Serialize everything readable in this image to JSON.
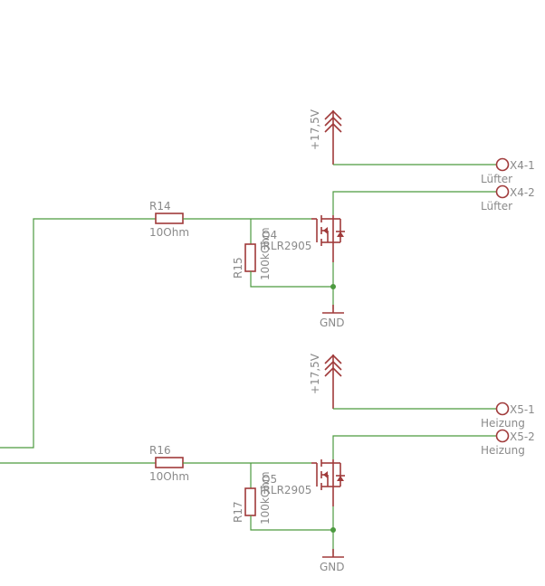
{
  "power_symbols": [
    {
      "id": "p1",
      "label": "+17,5V"
    },
    {
      "id": "p2",
      "label": "+17,5V"
    }
  ],
  "ground_symbols": [
    {
      "id": "g1",
      "label": "GND"
    },
    {
      "id": "g2",
      "label": "GND"
    }
  ],
  "resistors": [
    {
      "name": "R14",
      "value": "10Ohm"
    },
    {
      "name": "R15",
      "value": "100kOhm"
    },
    {
      "name": "R16",
      "value": "10Ohm"
    },
    {
      "name": "R17",
      "value": "100kOhm"
    }
  ],
  "mosfets": [
    {
      "name": "Q4",
      "part": "IRLR2905"
    },
    {
      "name": "Q5",
      "part": "IRLR2905"
    }
  ],
  "connectors": [
    {
      "pin": "X4-1",
      "label": "Lüfter"
    },
    {
      "pin": "X4-2",
      "label": "Lüfter"
    },
    {
      "pin": "X5-1",
      "label": "Heizung"
    },
    {
      "pin": "X5-2",
      "label": "Heizung"
    }
  ],
  "colors": {
    "wire": "#4c9a3f",
    "symbol": "#a03a3a",
    "label": "#8a8a8a"
  }
}
